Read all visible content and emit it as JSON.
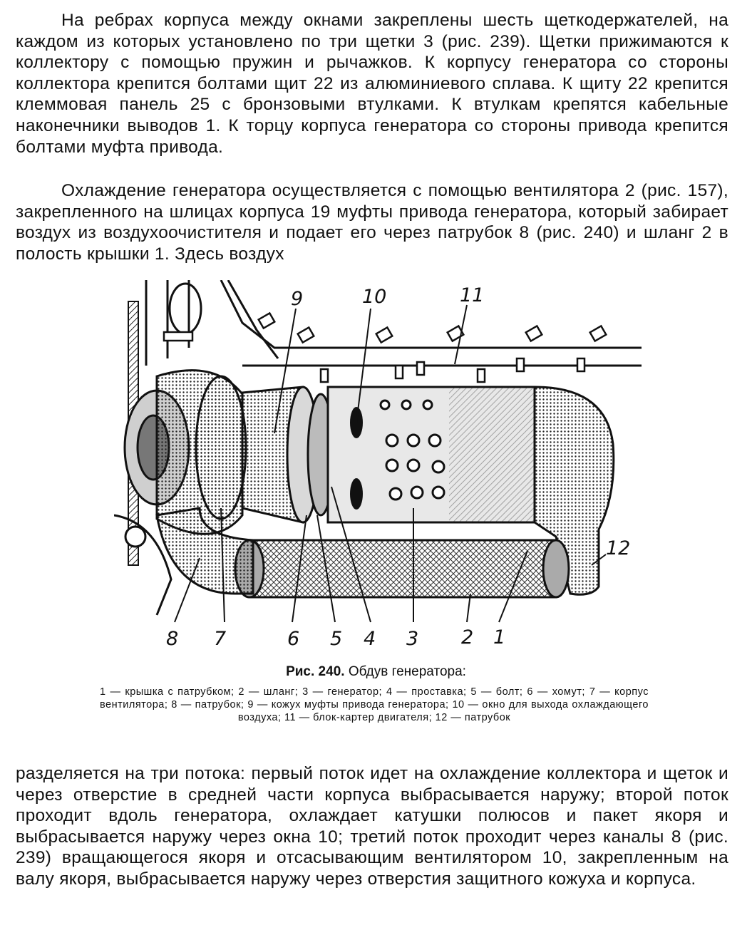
{
  "paragraphs": {
    "p1": "На ребрах корпуса между окнами закреплены шесть щеткодержателей, на каждом из которых установлено по три щетки 3 (рис. 239). Щетки прижимаются к коллектору с помощью пружин и рычажков. К корпусу генератора со стороны коллектора крепится болтами щит 22 из алюминиевого сплава. К щиту 22 крепится клеммовая панель 25 с бронзовыми втулками. К втулкам крепятся кабельные наконечники выводов 1. К торцу корпуса генератора со стороны привода крепится болтами муфта привода.",
    "p2": "Охлаждение генератора осуществляется с помощью вентилятора 2 (рис. 157), закрепленного на шлицах корпуса 19 муфты привода генератора, который забирает воздух из воздухоочистителя и подает его через патрубок 8 (рис. 240) и шланг 2 в полость крышки 1. Здесь воздух",
    "p3": "разделяется на три потока: первый поток идет на охлаждение коллектора и щеток и через отверстие в средней части корпуса выбрасывается наружу; второй поток проходит вдоль генератора, охлаждает катушки полюсов и пакет якоря и выбрасывается наружу через окна 10; третий поток проходит через каналы 8 (рис. 239) вращающегося якоря и отсасывающим вентилятором 10, закрепленным на валу якоря, выбрасывается наружу через отверстия защитного кожуха и корпуса."
  },
  "figure": {
    "labels": {
      "l9": "9",
      "l10": "10",
      "l11": "11",
      "l12": "12",
      "l8": "8",
      "l7": "7",
      "l6": "6",
      "l5": "5",
      "l4": "4",
      "l3": "3",
      "l2": "2",
      "l1": "1"
    },
    "caption_number": "Рис. 240.",
    "caption_title": "Обдув генератора:",
    "caption_legend": "1 — крышка с патрубком; 2 — шланг; 3 — генератор; 4 — проставка; 5 — болт; 6 — хомут; 7 — корпус вентилятора; 8 — патрубок; 9 — кожух муфты привода генератора; 10 — окно для выхода охлаждающего воздуха; 11 — блок-картер двигателя; 12 — патрубок"
  }
}
